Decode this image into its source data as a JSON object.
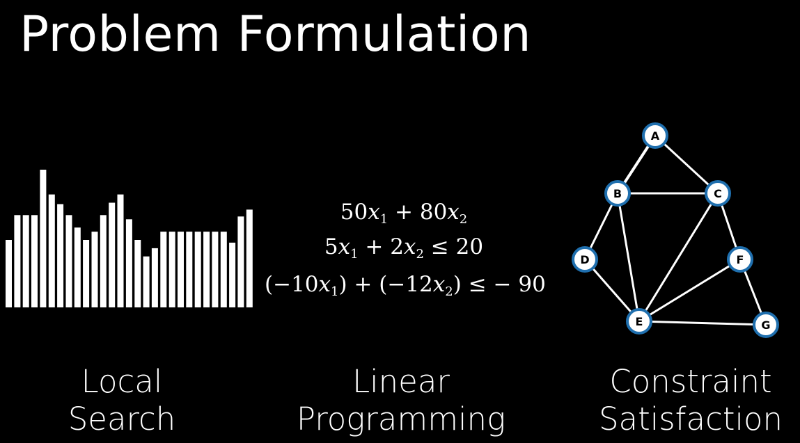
{
  "title": "Problem Formulation",
  "local_search": {
    "caption_line1": "Local",
    "caption_line2": "Search",
    "bar_color": "#ffffff",
    "bar_heights": [
      0.49,
      0.67,
      0.67,
      0.67,
      1.0,
      0.82,
      0.75,
      0.67,
      0.58,
      0.49,
      0.55,
      0.67,
      0.76,
      0.82,
      0.64,
      0.49,
      0.37,
      0.43,
      0.55,
      0.55,
      0.55,
      0.55,
      0.55,
      0.55,
      0.55,
      0.55,
      0.47,
      0.66,
      0.71
    ]
  },
  "linear_programming": {
    "caption_line1": "Linear",
    "caption_line2": "Programming",
    "objective": {
      "c1": "50",
      "v1": "x",
      "s1": "1",
      "op": "+",
      "c2": "80",
      "v2": "x",
      "s2": "2"
    },
    "constraint1": {
      "c1": "5",
      "v1": "x",
      "s1": "1",
      "op": "+",
      "c2": "2",
      "v2": "x",
      "s2": "2",
      "rel": "≤",
      "rhs": "20"
    },
    "constraint2": {
      "p1": "(−10",
      "v1": "x",
      "s1": "1",
      "m1": ")",
      "op": "+",
      "p2": "(−12",
      "v2": "x",
      "s2": "2",
      "m2": ")",
      "rel": "≤",
      "rhs": "− 90"
    }
  },
  "constraint_satisfaction": {
    "caption_line1": "Constraint",
    "caption_line2": "Satisfaction",
    "node_stroke": "#1f6fae",
    "node_fill": "#ffffff",
    "edge_color": "#ffffff",
    "nodes": [
      "A",
      "B",
      "C",
      "D",
      "E",
      "F",
      "G"
    ],
    "edges": [
      [
        "A",
        "B"
      ],
      [
        "A",
        "C"
      ],
      [
        "B",
        "C"
      ],
      [
        "B",
        "D"
      ],
      [
        "B",
        "E"
      ],
      [
        "C",
        "E"
      ],
      [
        "C",
        "F"
      ],
      [
        "D",
        "E"
      ],
      [
        "E",
        "F"
      ],
      [
        "E",
        "G"
      ],
      [
        "F",
        "G"
      ]
    ]
  }
}
